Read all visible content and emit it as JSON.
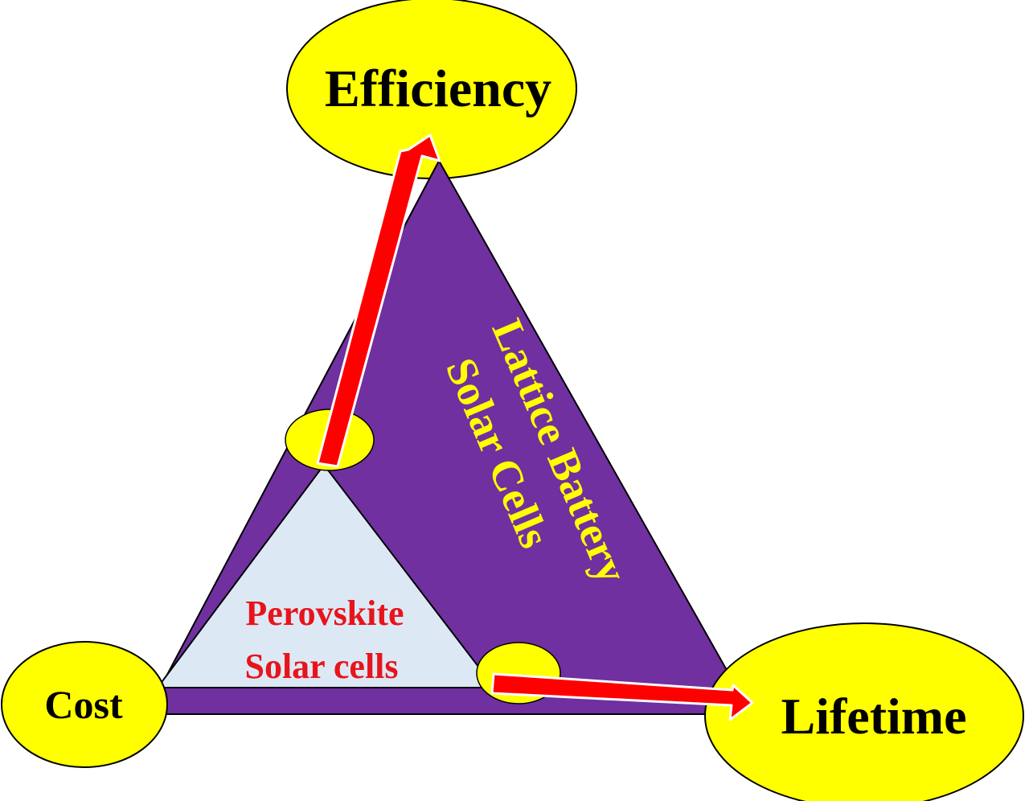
{
  "nodes": {
    "efficiency": "Efficiency",
    "cost": "Cost",
    "lifetime": "Lifetime"
  },
  "outer_triangle": {
    "line1": "Lattice Battery",
    "line2": "Solar Cells"
  },
  "inner_triangle": {
    "line1": "Perovskite",
    "line2": "Solar cells"
  },
  "colors": {
    "outer_fill": "#7030a0",
    "inner_fill": "#dce9f5",
    "node_fill": "#ffff00",
    "arrow": "#ff0000",
    "outline": "#000000"
  }
}
